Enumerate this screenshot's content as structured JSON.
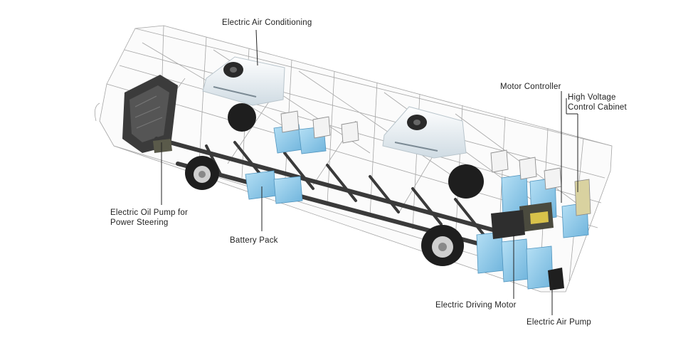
{
  "labels": {
    "air_conditioning": "Electric Air Conditioning",
    "motor_controller": "Motor Controller",
    "hv_cabinet_line1": "High Voltage",
    "hv_cabinet_line2": "Control Cabinet",
    "oil_pump_line1": "Electric Oil Pump for",
    "oil_pump_line2": "Power Steering",
    "battery_pack": "Battery Pack",
    "driving_motor": "Electric Driving Motor",
    "air_pump": "Electric Air Pump"
  },
  "colors": {
    "wireframe": "#9a9a9a",
    "battery": "#8fc9ea",
    "chassis": "#3a3a3a",
    "ac_unit": "#f2f6f8"
  }
}
